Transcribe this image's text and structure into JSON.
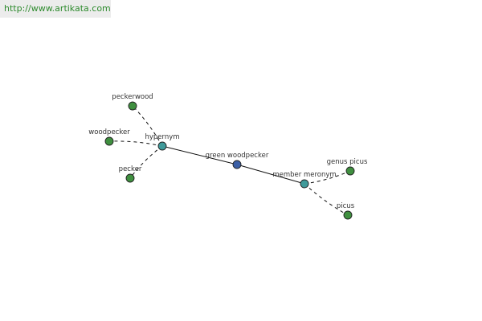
{
  "header": {
    "source_url": "http://www.artikata.com"
  },
  "graph": {
    "colors": {
      "root": "#3b5fa6",
      "relation": "#3f9a9a",
      "leaf": "#3f8f3f",
      "edge": "#111111"
    },
    "nodes": [
      {
        "id": "green-woodpecker",
        "label": "green woodpecker",
        "kind": "root"
      },
      {
        "id": "hypernym",
        "label": "hypernym",
        "kind": "relation"
      },
      {
        "id": "member-meronym",
        "label": "member meronym",
        "kind": "relation"
      },
      {
        "id": "peckerwood",
        "label": "peckerwood",
        "kind": "leaf"
      },
      {
        "id": "woodpecker",
        "label": "woodpecker",
        "kind": "leaf"
      },
      {
        "id": "pecker",
        "label": "pecker",
        "kind": "leaf"
      },
      {
        "id": "genus-picus",
        "label": "genus picus",
        "kind": "leaf"
      },
      {
        "id": "picus",
        "label": "picus",
        "kind": "leaf"
      }
    ],
    "edges": [
      {
        "from": "green-woodpecker",
        "to": "hypernym",
        "style": "solid"
      },
      {
        "from": "green-woodpecker",
        "to": "member-meronym",
        "style": "solid"
      },
      {
        "from": "hypernym",
        "to": "peckerwood",
        "style": "dashed"
      },
      {
        "from": "hypernym",
        "to": "woodpecker",
        "style": "dashed"
      },
      {
        "from": "hypernym",
        "to": "pecker",
        "style": "dashed"
      },
      {
        "from": "member-meronym",
        "to": "genus-picus",
        "style": "dashed"
      },
      {
        "from": "member-meronym",
        "to": "picus",
        "style": "dashed"
      }
    ]
  }
}
